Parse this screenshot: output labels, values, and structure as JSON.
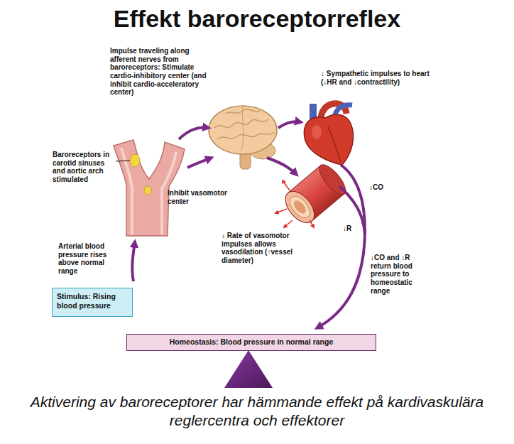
{
  "diagram": {
    "title": "Effekt baroreceptorreflex",
    "caption": "Aktivering av baroreceptorer har hämmande effekt på kardivaskulära reglercentra och effektorer",
    "nodes": [
      {
        "text": [
          "Stimulus: Rising blood pressure"
        ]
      },
      {
        "text": [
          "Homeostasis: Blood pressure in normal range"
        ]
      }
    ],
    "labels": [
      "Impulse traveling along afferent nerves from baroreceptors: Stimulate cardio-inhibitory center (and inhibit cardio-acceleratory center)",
      "↓ Sympathetic impulses to heart (↓HR and ↓contractility)",
      "Baroreceptors in carotid sinuses and aortic arch stimulated",
      "↓CO",
      "Inhibit vasomotor center",
      "↓R",
      "↓ Rate of vasomotor impulses allows vasodilation (↑vessel diameter)",
      "Arterial blood pressure rises above normal range",
      "↓CO and ↓R return blood pressure to homeostatic range"
    ]
  }
}
